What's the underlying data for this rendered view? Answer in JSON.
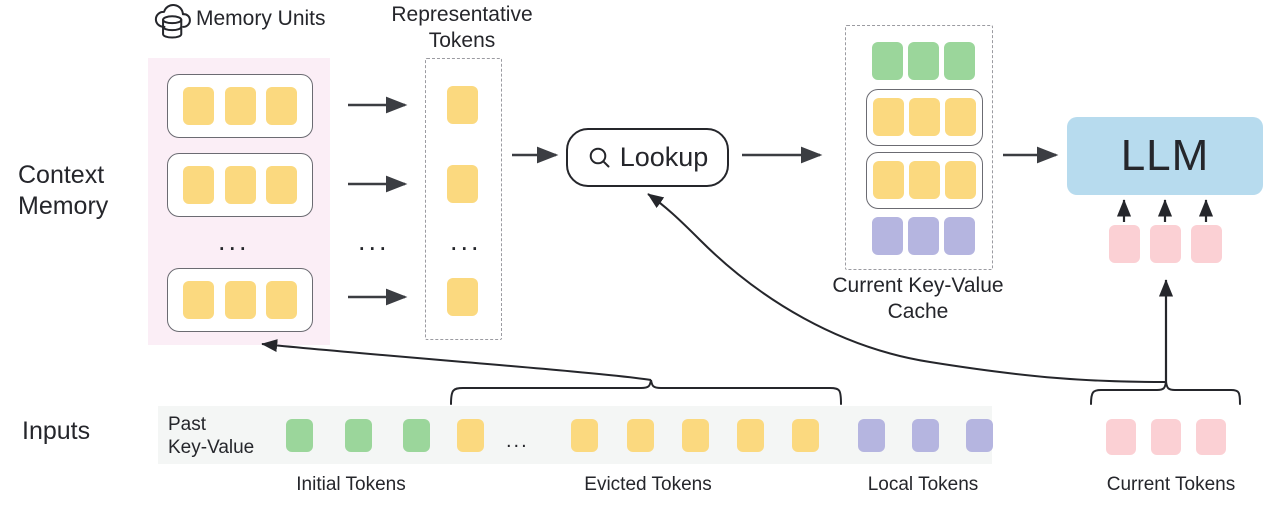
{
  "diagram": {
    "title": "Context Memory LLM KV-cache lookup diagram",
    "row_labels": {
      "context_memory": "Context\nMemory",
      "inputs": "Inputs"
    },
    "headings": {
      "memory_units": "Memory Units",
      "representative_tokens": "Representative\nTokens",
      "current_kv_cache": "Current Key-Value\nCache"
    },
    "lookup": {
      "label": "Lookup",
      "icon": "search-icon"
    },
    "llm": {
      "label": "LLM"
    },
    "cloud_icon": "cloud-database-icon",
    "ellipsis": "...",
    "inputs_strip": {
      "inline_label": "Past\nKey-Value",
      "token_sequence": [
        {
          "group": "initial",
          "color": "#9bd69b",
          "count": 3
        },
        {
          "group": "evicted-head",
          "color": "#fbd97f",
          "count": 1
        },
        {
          "group": "ellipsis",
          "color": null,
          "count": 1
        },
        {
          "group": "evicted-tail",
          "color": "#fbd97f",
          "count": 5
        },
        {
          "group": "local",
          "color": "#b5b5e0",
          "count": 3
        }
      ],
      "current_tokens": {
        "color": "#fbd0d4",
        "count": 3
      }
    },
    "bottom_labels": [
      {
        "name": "initial-tokens",
        "text": "Initial Tokens"
      },
      {
        "name": "evicted-tokens",
        "text": "Evicted Tokens"
      },
      {
        "name": "local-tokens",
        "text": "Local Tokens"
      },
      {
        "name": "current-tokens",
        "text": "Current Tokens"
      }
    ],
    "memory_units": {
      "unit_count_visible": 3,
      "tokens_per_unit": 3,
      "token_color": "#fbd97f",
      "panel_color": "#fbeef6"
    },
    "representative_tokens": {
      "visible_count": 3,
      "token_color": "#fbd97f"
    },
    "kv_cache_rows": [
      {
        "name": "initial-row",
        "color": "#9bd69b",
        "count": 3,
        "boxed": false
      },
      {
        "name": "retrieved-row-1",
        "color": "#fbd97f",
        "count": 3,
        "boxed": true
      },
      {
        "name": "retrieved-row-2",
        "color": "#fbd97f",
        "count": 3,
        "boxed": true
      },
      {
        "name": "local-row",
        "color": "#b5b5e0",
        "count": 3,
        "boxed": false
      }
    ],
    "colors": {
      "yellow": "#fbd97f",
      "green": "#9bd69b",
      "purple": "#b5b5e0",
      "pink": "#fbd0d4",
      "llm_blue": "#b7dbee",
      "memory_panel_pink": "#fbeef6",
      "input_strip_gray": "#f4f6f5",
      "stroke": "#25262b"
    }
  }
}
